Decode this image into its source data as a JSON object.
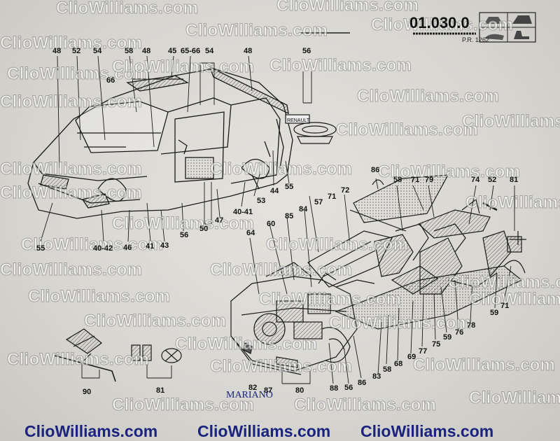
{
  "plate": {
    "reference": "01.030.0",
    "subref": "P.R. 1262"
  },
  "artist_signature": "MARIANO",
  "watermark": "ClioWilliams.com",
  "watermark_footer": [
    "ClioWilliams.com",
    "ClioWilliams.com",
    "ClioWilliams.com"
  ],
  "callouts": [
    "48",
    "52",
    "54",
    "58",
    "48",
    "45",
    "65-66",
    "54",
    "48",
    "56",
    "66",
    "86",
    "72",
    "71",
    "58",
    "71",
    "79",
    "74",
    "52",
    "81",
    "57",
    "84",
    "85",
    "60",
    "64",
    "53",
    "44",
    "55",
    "40-41",
    "47",
    "50",
    "56",
    "43",
    "41",
    "46",
    "40-42",
    "55",
    "59",
    "71",
    "78",
    "76",
    "75",
    "77",
    "59",
    "69",
    "68",
    "58",
    "83",
    "86",
    "56",
    "88",
    "80",
    "87",
    "82",
    "81",
    "90"
  ],
  "colors": {
    "ink": "#1a1a1a",
    "paper": "#dedcd7",
    "brand_text": "#1a237e"
  }
}
